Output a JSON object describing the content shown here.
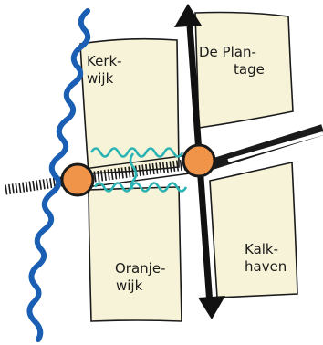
{
  "map": {
    "districts": [
      {
        "name_line1": "Kerk-",
        "name_line2": "wijk"
      },
      {
        "name_line1": "De Plan-",
        "name_line2": "tage"
      },
      {
        "name_line1": "Oranje-",
        "name_line2": "wijk"
      },
      {
        "name_line1": "Kalk-",
        "name_line2": "haven"
      }
    ]
  },
  "colors": {
    "block_fill": "#f7f3d8",
    "outline": "#1a1a1a",
    "river": "#1a5fb4",
    "canal": "#2ab3b3",
    "node_fill": "#f0944a",
    "road": "#111111"
  }
}
